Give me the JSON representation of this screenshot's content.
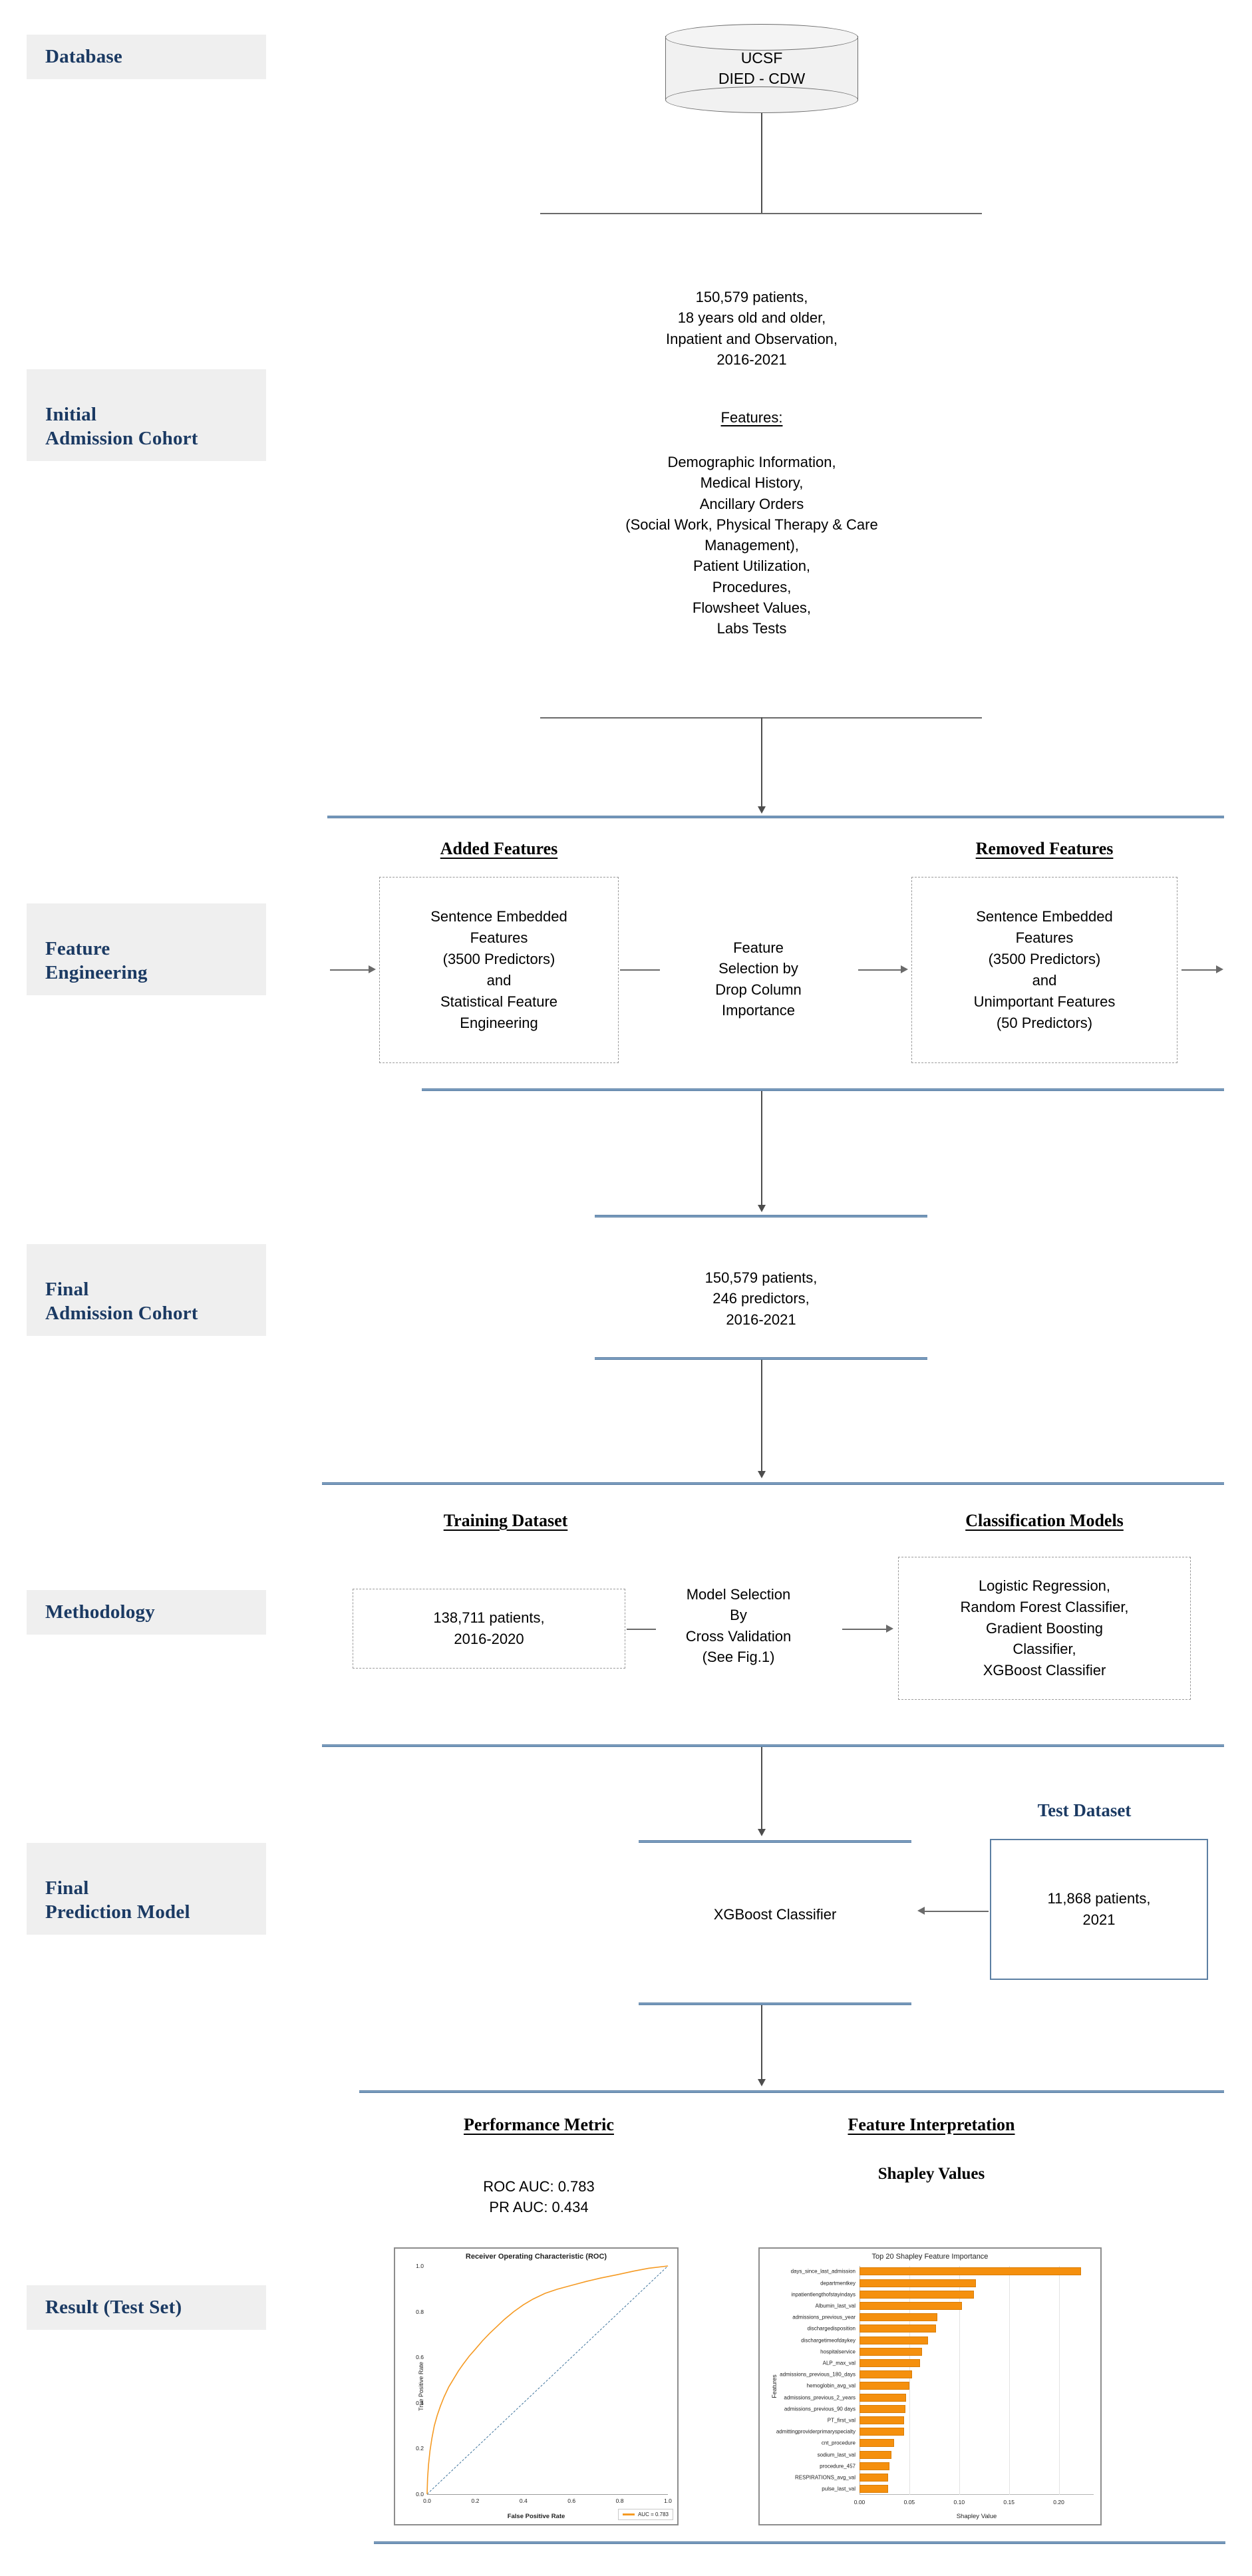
{
  "stages": [
    {
      "id": "database",
      "label": "Database"
    },
    {
      "id": "initial-cohort",
      "label": "Initial\nAdmission Cohort"
    },
    {
      "id": "feature-eng",
      "label": "Feature\nEngineering"
    },
    {
      "id": "final-cohort",
      "label": "Final\nAdmission Cohort"
    },
    {
      "id": "methodology",
      "label": "Methodology"
    },
    {
      "id": "final-model",
      "label": "Final\nPrediction Model"
    },
    {
      "id": "result",
      "label": "Result (Test Set)"
    }
  ],
  "database": {
    "line1": "UCSF",
    "line2": "DIED - CDW"
  },
  "initial_cohort": {
    "summary": "150,579 patients,\n18 years old and older,\nInpatient and Observation,\n2016-2021",
    "features_heading": "Features:",
    "features_list": "Demographic Information,\nMedical History,\nAncillary Orders\n(Social Work, Physical Therapy & Care\nManagement),\nPatient Utilization,\nProcedures,\nFlowsheet Values,\nLabs Tests"
  },
  "feature_engineering": {
    "added_heading": "Added Features",
    "added_box": "Sentence Embedded\nFeatures\n(3500 Predictors)\nand\nStatistical Feature\nEngineering",
    "middle": "Feature\nSelection by\nDrop Column\nImportance",
    "removed_heading": "Removed Features",
    "removed_box": "Sentence Embedded\nFeatures\n(3500 Predictors)\nand\nUnimportant Features\n(50 Predictors)"
  },
  "final_cohort": {
    "summary": "150,579 patients,\n246 predictors,\n2016-2021"
  },
  "methodology": {
    "training_heading": "Training Dataset",
    "training_box": "138,711 patients,\n2016-2020",
    "middle": "Model Selection\nBy\nCross Validation\n(See Fig.1)",
    "models_heading": "Classification Models",
    "models_box": "Logistic Regression,\nRandom Forest Classifier,\nGradient Boosting\nClassifier,\nXGBoost Classifier"
  },
  "final_model": {
    "classifier": "XGBoost Classifier",
    "test_heading": "Test Dataset",
    "test_box": "11,868 patients,\n2021"
  },
  "result": {
    "performance_heading": "Performance Metric",
    "performance_values": "ROC AUC: 0.783\nPR AUC: 0.434",
    "interpretation_heading": "Feature Interpretation",
    "interpretation_value": "Shapley Values"
  },
  "colors": {
    "accent_blue": "#1b3a63",
    "rule_blue": "#7a9dc0",
    "label_bg": "#efefef",
    "bar_orange": "#f5900e",
    "roc_curve": "#f59a23",
    "roc_diagonal": "#2a6591"
  },
  "chart_data": [
    {
      "type": "line",
      "name": "roc-curve",
      "title": "Receiver Operating Characteristic (ROC)",
      "xlabel": "False Positive Rate",
      "ylabel": "True Positive Rate",
      "xlim": [
        0,
        1
      ],
      "ylim": [
        0,
        1
      ],
      "xticks": [
        "0.0",
        "0.2",
        "0.4",
        "0.6",
        "0.8",
        "1.0"
      ],
      "yticks": [
        "0.0",
        "0.2",
        "0.4",
        "0.6",
        "0.8",
        "1.0"
      ],
      "grid": false,
      "legend_position": "lower-right",
      "legend": [
        "AUC = 0.783"
      ],
      "series": [
        {
          "name": "AUC = 0.783",
          "color": "#f59a23",
          "style": "solid",
          "x": [
            0.0,
            0.002,
            0.006,
            0.012,
            0.02,
            0.03,
            0.042,
            0.055,
            0.07,
            0.09,
            0.11,
            0.13,
            0.15,
            0.175,
            0.2,
            0.23,
            0.26,
            0.29,
            0.32,
            0.36,
            0.4,
            0.44,
            0.49,
            0.54,
            0.6,
            0.66,
            0.72,
            0.79,
            0.86,
            0.92,
            1.0
          ],
          "y": [
            0.0,
            0.07,
            0.13,
            0.19,
            0.245,
            0.3,
            0.345,
            0.385,
            0.425,
            0.47,
            0.505,
            0.54,
            0.57,
            0.605,
            0.635,
            0.672,
            0.705,
            0.735,
            0.765,
            0.8,
            0.83,
            0.855,
            0.88,
            0.898,
            0.915,
            0.932,
            0.947,
            0.962,
            0.978,
            0.99,
            1.0
          ]
        },
        {
          "name": "chance",
          "color": "#2a6591",
          "style": "dashed",
          "x": [
            0.0,
            1.0
          ],
          "y": [
            0.0,
            1.0
          ]
        }
      ]
    },
    {
      "type": "bar",
      "orientation": "horizontal",
      "name": "shapley-feature-importance",
      "title": "Top 20 Shapley Feature Importance",
      "xlabel": "Shapley Value",
      "ylabel": "Features",
      "xlim": [
        0,
        0.235
      ],
      "xticks": [
        "0.00",
        "0.05",
        "0.10",
        "0.15",
        "0.20"
      ],
      "grid": true,
      "categories": [
        "days_since_last_admission",
        "departmentkey",
        "inpatientlengthofstayindays",
        "Albumin_last_val",
        "admissions_previous_year",
        "dischargedisposition",
        "dischargetimeofdaykey",
        "hospitalservice",
        "ALP_max_val",
        "admissions_previous_180_days",
        "hemoglobin_avg_val",
        "admissions_previous_2_years",
        "admissions_previous_90 days",
        "PT_first_val",
        "admittingproviderprimaryspecialty",
        "cnt_procedure",
        "sodium_last_val",
        "procedure_457",
        "RESPIRATIONS_avg_val",
        "pulse_last_val"
      ],
      "values": [
        0.222,
        0.117,
        0.115,
        0.103,
        0.078,
        0.077,
        0.069,
        0.063,
        0.061,
        0.053,
        0.05,
        0.047,
        0.046,
        0.045,
        0.045,
        0.035,
        0.032,
        0.03,
        0.029,
        0.029
      ]
    }
  ]
}
